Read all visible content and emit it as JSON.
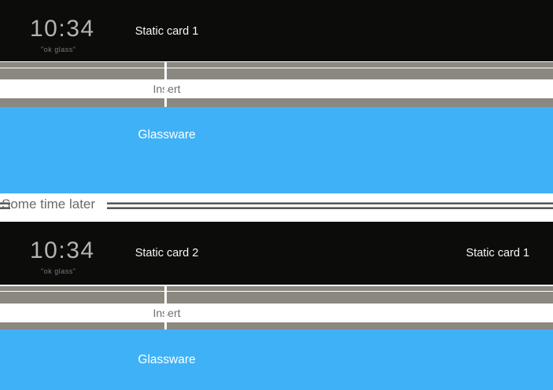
{
  "colors": {
    "card_black": "#0c0c0a",
    "card_gray": "#8b8880",
    "card_blue": "#3fb1f7",
    "clock_text": "#b4b4b4",
    "ok_glass_text": "#7a7a7a",
    "card_label_white": "#f7f7f7",
    "insert_text": "#6e6e6e",
    "divider_text": "#6a6a6a",
    "divider_line_dark": "#585858",
    "divider_line_light": "#9c9c9c"
  },
  "sections": {
    "before": {
      "clock": {
        "time": "10:34",
        "hint": "\"ok glass\""
      },
      "card_label": "Static card 1",
      "insert_label": "Insert",
      "glassware_label": "Glassware"
    },
    "divider": {
      "label": "Some time later"
    },
    "after": {
      "clock": {
        "time": "10:34",
        "hint": "\"ok glass\""
      },
      "card_label": "Static card 2",
      "card_label_right": "Static card 1",
      "insert_label": "Insert",
      "glassware_label": "Glassware"
    }
  }
}
